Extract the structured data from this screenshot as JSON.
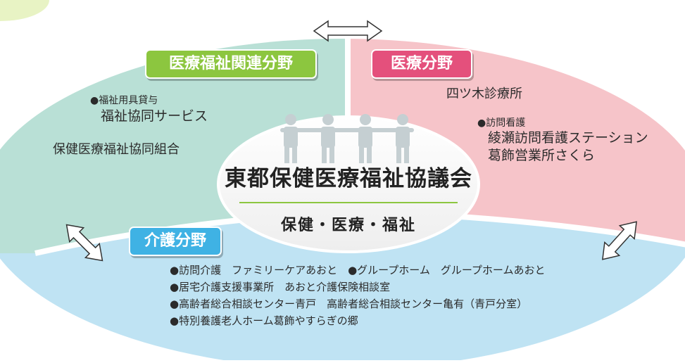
{
  "center": {
    "title": "東都保健医療福祉協議会",
    "subtitle": "保健・医療・福祉"
  },
  "sections": {
    "welfare": {
      "label": "医療福祉関連分野",
      "color": "#8cc63f",
      "bg": "#b9e0d6",
      "item1_bullet": "●福祉用具貸与",
      "item1_name": "福祉協同サービス",
      "item2": "保健医療福祉協同組合"
    },
    "medical": {
      "label": "医療分野",
      "color": "#e4507c",
      "bg": "#f6c4c9",
      "item1": "四ツ木診療所",
      "item2_bullet": "●訪問看護",
      "item2_name1": "綾瀬訪問看護ステーション",
      "item2_name2": "葛飾営業所さくら"
    },
    "care": {
      "label": "介護分野",
      "color": "#3fb2e4",
      "bg": "#bfe3f3",
      "lines": [
        "●訪問介護　ファミリーケアあおと　●グループホーム　グループホームあおと",
        "●居宅介護支援事業所　あおと介護保険相談室",
        "●高齢者総合相談センター青戸　高齢者総合相談センター亀有（青戸分室）",
        "●特別養護老人ホーム葛飾やすらぎの郷"
      ]
    }
  },
  "icons": [
    "people-holding-hands-icon",
    "double-arrow-icon"
  ]
}
